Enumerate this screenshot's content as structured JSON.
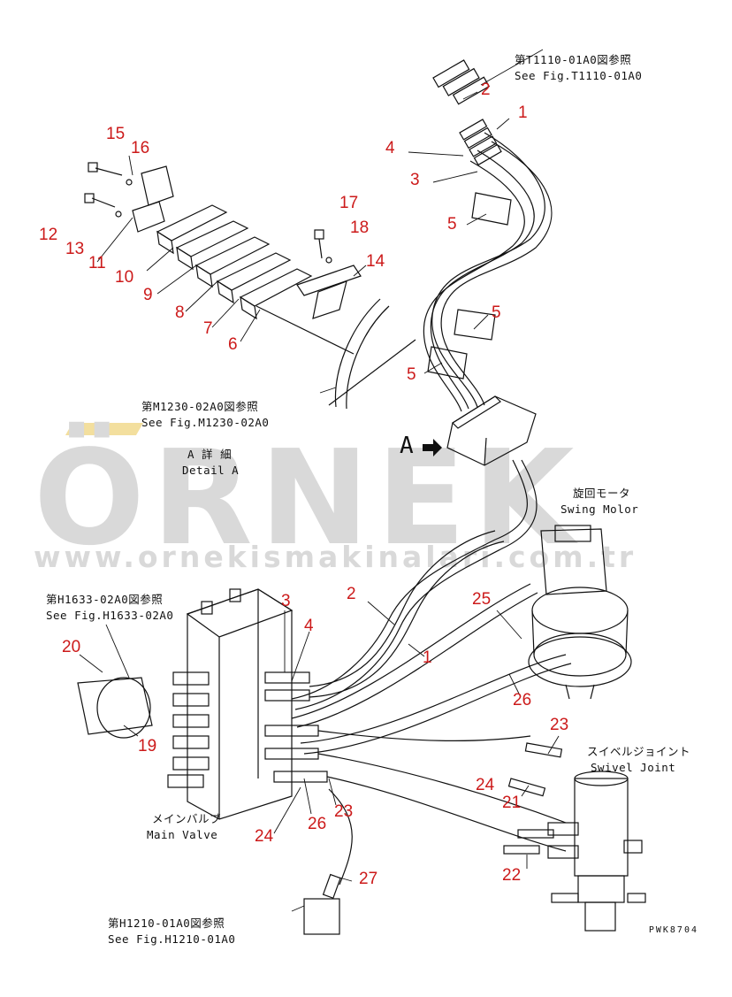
{
  "watermark": {
    "brand": "ÖRNEK",
    "url": "www.ornekismakinalari.com.tr"
  },
  "references": {
    "t1110": {
      "jp": "第T1110-01A0図参照",
      "en": "See Fig.T1110-01A0"
    },
    "m1230": {
      "jp": "第M1230-02A0図参照",
      "en": "See Fig.M1230-02A0"
    },
    "h1633": {
      "jp": "第H1633-02A0図参照",
      "en": "See Fig.H1633-02A0"
    },
    "h1210": {
      "jp": "第H1210-01A0図参照",
      "en": "See Fig.H1210-01A0"
    }
  },
  "labels": {
    "detail_a_jp": "A 詳 細",
    "detail_a_en": "Detail A",
    "detail_a_marker": "A",
    "swing_motor_jp": "旋回モータ",
    "swing_motor_en": "Swing Molor",
    "swivel_joint_jp": "スイベルジョイント",
    "swivel_joint_en": "Swivel Joint",
    "main_valve_jp": "メインバルブ",
    "main_valve_en": "Main Valve"
  },
  "part_numbers": {
    "n1a": "1",
    "n2a": "2",
    "n3a": "3",
    "n4a": "4",
    "n5a": "5",
    "n5b": "5",
    "n5c": "5",
    "n6": "6",
    "n7": "7",
    "n8": "8",
    "n9": "9",
    "n10": "10",
    "n11": "11",
    "n12": "12",
    "n13": "13",
    "n14": "14",
    "n15": "15",
    "n16": "16",
    "n17": "17",
    "n18": "18",
    "n19": "19",
    "n20": "20",
    "n21": "21",
    "n22": "22",
    "n23a": "23",
    "n23b": "23",
    "n24a": "24",
    "n24b": "24",
    "n25": "25",
    "n26a": "26",
    "n26b": "26",
    "n27": "27",
    "n1b": "1",
    "n2b": "2",
    "n3b": "3",
    "n4b": "4"
  },
  "drawing_code": "PWK8704",
  "colors": {
    "part_number": "#cc1a1a",
    "line": "#111111",
    "watermark": "#d9d9d9",
    "watermark_accent": "#f3df9e"
  }
}
